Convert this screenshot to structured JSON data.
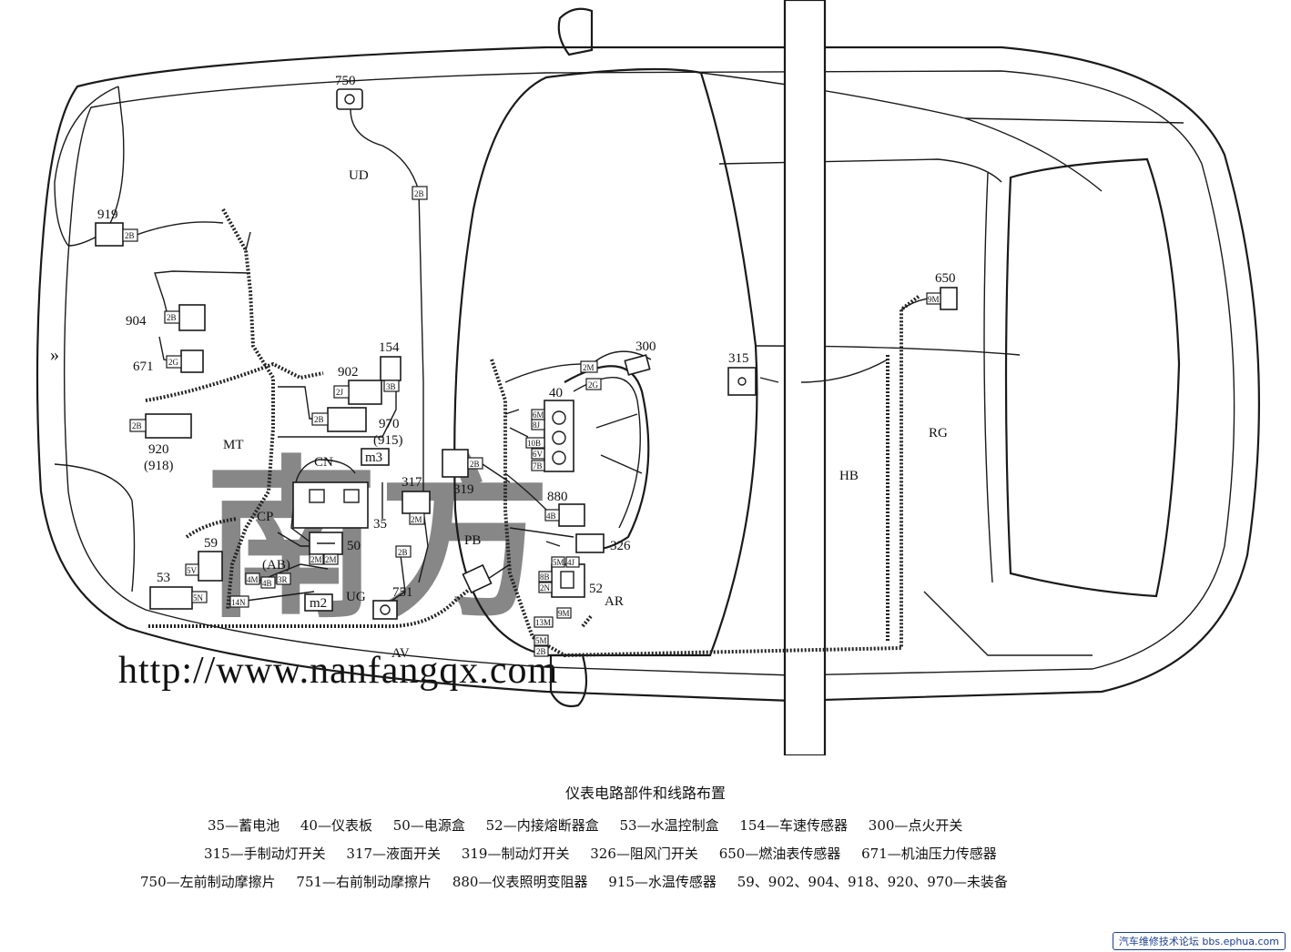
{
  "watermark": "http://www.nanfangqx.com",
  "caption": "仪表电路部件和线路布置",
  "legend_rows": [
    [
      "35—蓄电池",
      "40—仪表板",
      "50—电源盒",
      "52—内接熔断器盒",
      "53—水温控制盒",
      "154—车速传感器",
      "300—点火开关"
    ],
    [
      "315—手制动灯开关",
      "317—液面开关",
      "319—制动灯开关",
      "326—阻风门开关",
      "650—燃油表传感器",
      "671—机油压力传感器"
    ],
    [
      "750—左前制动摩擦片",
      "751—右前制动摩擦片",
      "880—仪表照明变阻器",
      "915—水温传感器",
      "59、902、904、918、920、970—未装备"
    ]
  ],
  "footer": "汽车维修技术论坛 bbs.ephua.com",
  "components": {
    "c750": "750",
    "c919": "919",
    "c904": "904",
    "c671": "671",
    "c154": "154",
    "c902": "902",
    "c970": "970",
    "c915": "(915)",
    "c920": "920",
    "c918": "(918)",
    "c35": "35",
    "c50": "50",
    "c59": "59",
    "c53": "53",
    "c317": "317",
    "c751": "751",
    "c40": "40",
    "c300": "300",
    "c319": "319",
    "c880": "880",
    "c326": "326",
    "c52": "52",
    "c315": "315",
    "c650": "650"
  },
  "harness_labels": {
    "UD": "UD",
    "MT": "MT",
    "CN": "CN",
    "CP": "CP",
    "AB": "(AB)",
    "UG": "UG",
    "AV": "AV",
    "PB": "PB",
    "AR": "AR",
    "HB": "HB",
    "RG": "RG",
    "m3": "m3",
    "m2": "m2"
  },
  "connectors": {
    "k2B_ud": "2B",
    "k2B_919": "2B",
    "k2B_904": "2B",
    "k2G_671": "2G",
    "k2J_902": "2J",
    "k3B_154": "3B",
    "k2B_box": "2B",
    "k2B_920": "2B",
    "k2M_50": "2M",
    "k2M_50b": "2M",
    "k5V_59": "5V",
    "k4M": "4M",
    "k4B": "4B",
    "k3R": "3R",
    "k5N": "5N",
    "k14N": "14N",
    "k2B_751": "2B",
    "k2M_317": "2M",
    "k6M_40": "6M",
    "k8J_40": "8J",
    "k10B": "10B",
    "k6V": "6V",
    "k7B": "7B",
    "k2M_300": "2M",
    "k2G_300": "2G",
    "k2B_319": "2B",
    "k4B_880": "4B",
    "k5M_52": "5M",
    "k4J_52": "4J",
    "k8B_52": "8B",
    "k2N_52": "2N",
    "k9M": "9M",
    "k13M": "13M",
    "k5M_b": "5M",
    "k2B_bot": "2B",
    "k9M_650": "9M"
  }
}
